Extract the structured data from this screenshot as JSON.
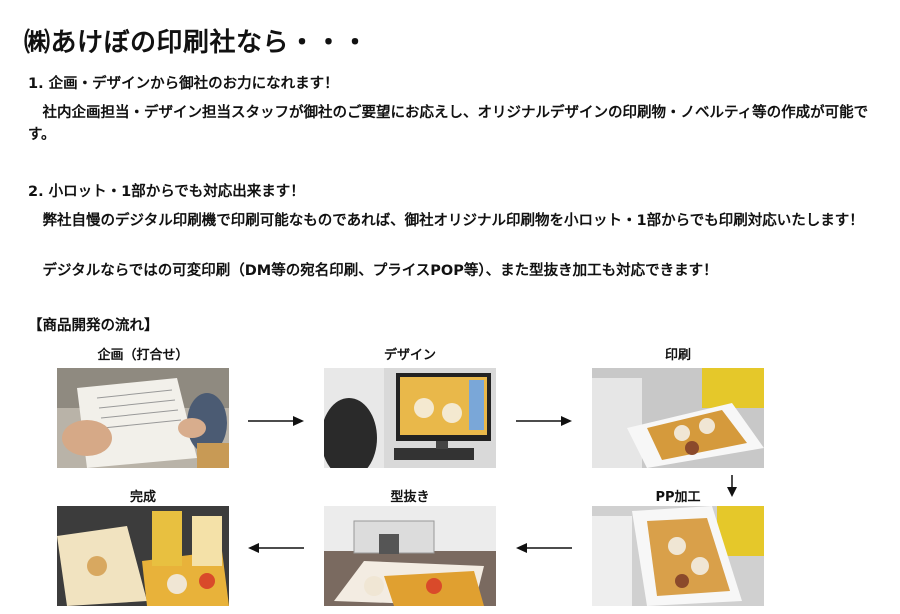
{
  "title": "㈱あけぼの印刷社なら・・・",
  "points": [
    {
      "heading": "1. 企画・デザインから御社のお力になれます！",
      "body": "　社内企画担当・デザイン担当スタッフが御社のご要望にお応えし、オリジナルデザインの印刷物・ノベルティ等の作成が可能です。"
    },
    {
      "heading": "2. 小ロット・1部からでも対応出来ます！",
      "body": "　弊社自慢のデジタル印刷機で印刷可能なものであれば、御社オリジナル印刷物を小ロット・1部からでも印刷対応いたします！",
      "body2": "　デジタルならではの可変印刷（DM等の宛名印刷、プライスPOP等）、また型抜き加工も対応できます！"
    }
  ],
  "flow": {
    "heading": "【商品開発の流れ】",
    "steps": [
      {
        "label": "企画（打合せ）"
      },
      {
        "label": "デザイン"
      },
      {
        "label": "印刷"
      },
      {
        "label": "PP加工"
      },
      {
        "label": "型抜き"
      },
      {
        "label": "完成"
      }
    ]
  },
  "colors": {
    "text": "#111111",
    "arrow": "#111111"
  }
}
